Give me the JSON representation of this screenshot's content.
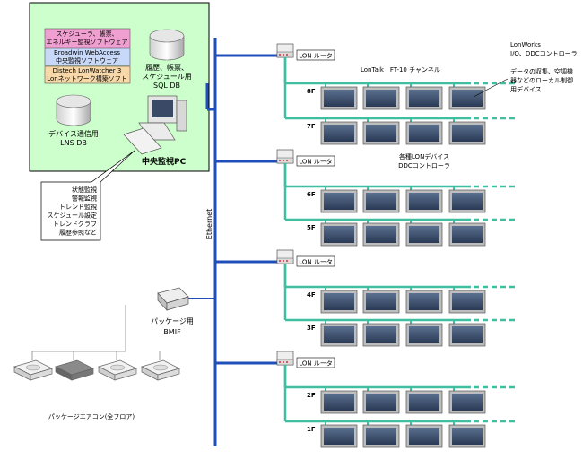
{
  "pc_box": {
    "software": [
      {
        "line1": "スケジューラ、帳票、",
        "line2": "エネルギー監視ソフトウェア"
      },
      {
        "line1": "Broadwin WebAccess",
        "line2": "中央監視ソフトウェア"
      },
      {
        "line1": "Distech LonWatcher 3",
        "line2": "Lonネットワーク構築ソフト"
      }
    ],
    "sql_db_label": {
      "line1": "履歴、帳票、",
      "line2": "スケジュール用",
      "line3": "SQL DB"
    },
    "lns_db_label": {
      "line1": "デバイス通信用",
      "line2": "LNS DB"
    },
    "pc_label": "中央監視PC"
  },
  "callout_pc": [
    "状態監視",
    "警報監視",
    "トレンド監視",
    "スケジュール設定",
    "トレンドグラフ",
    "履歴参照など"
  ],
  "ethernet_label": "Ethernet",
  "router_label": "LON ルータ",
  "channel_label": "LonTalk　FT-10 チャンネル",
  "io_label": {
    "line1": "LonWorks",
    "line2": "I/O、DDCコントローラ"
  },
  "io_desc": {
    "line1": "データの収集、空調機",
    "line2": "器などのローカル制御",
    "line3": "用デバイス"
  },
  "ddc_label": {
    "line1": "各種LONデバイス",
    "line2": "DDCコントローラ"
  },
  "floors": [
    "8F",
    "7F",
    "6F",
    "5F",
    "4F",
    "3F",
    "2F",
    "1F"
  ],
  "bmif_label": {
    "line1": "パッケージ用",
    "line2": "BMIF"
  },
  "aircon_label": "パッケージエアコン(全フロア)",
  "colors": {
    "pc_bg": "#ccffcc",
    "ethernet": "#1f4fb8",
    "lon": "#3fbfa0",
    "sw1": "#f0a0d0",
    "sw2": "#c8d8f8",
    "sw3": "#f8d8a8"
  }
}
